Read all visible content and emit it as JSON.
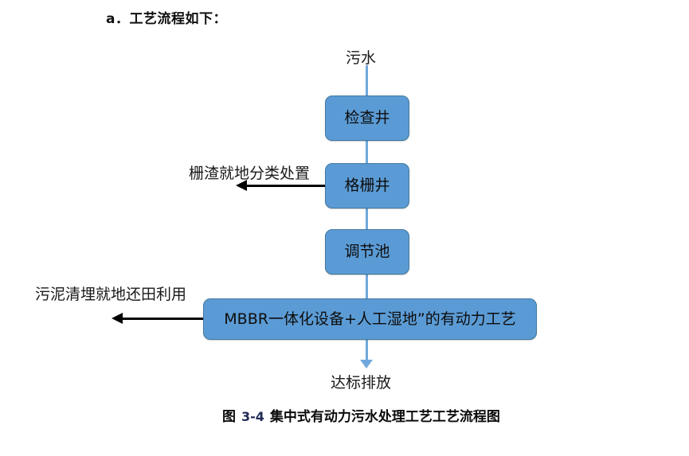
{
  "document": {
    "heading": "a．工艺流程如下："
  },
  "flowchart": {
    "type": "process-flow",
    "inflow_label": "污水",
    "outflow_label": "达标排放",
    "nodes": [
      {
        "id": "inspection-well",
        "label": "检查井"
      },
      {
        "id": "grate-well",
        "label": "格栅井"
      },
      {
        "id": "regulating-tank",
        "label": "调节池"
      },
      {
        "id": "main-process",
        "label": "MBBR一体化设备+人工湿地”的有动力工艺"
      }
    ],
    "side_outputs": [
      {
        "id": "screenings",
        "label": "栅渣就地分类处置",
        "from": "grate-well",
        "direction": "left"
      },
      {
        "id": "sludge",
        "label": "污泥清埋就地还田利用",
        "from": "main-process",
        "direction": "left"
      }
    ],
    "colors": {
      "node_fill": "#5B9BD5",
      "node_border": "#41789F",
      "connector": "#6FA8DC",
      "side_arrow": "#000000"
    }
  },
  "caption": {
    "prefix": "图",
    "number": "3-4",
    "text": "集中式有动力污水处理工艺工艺流程图"
  }
}
